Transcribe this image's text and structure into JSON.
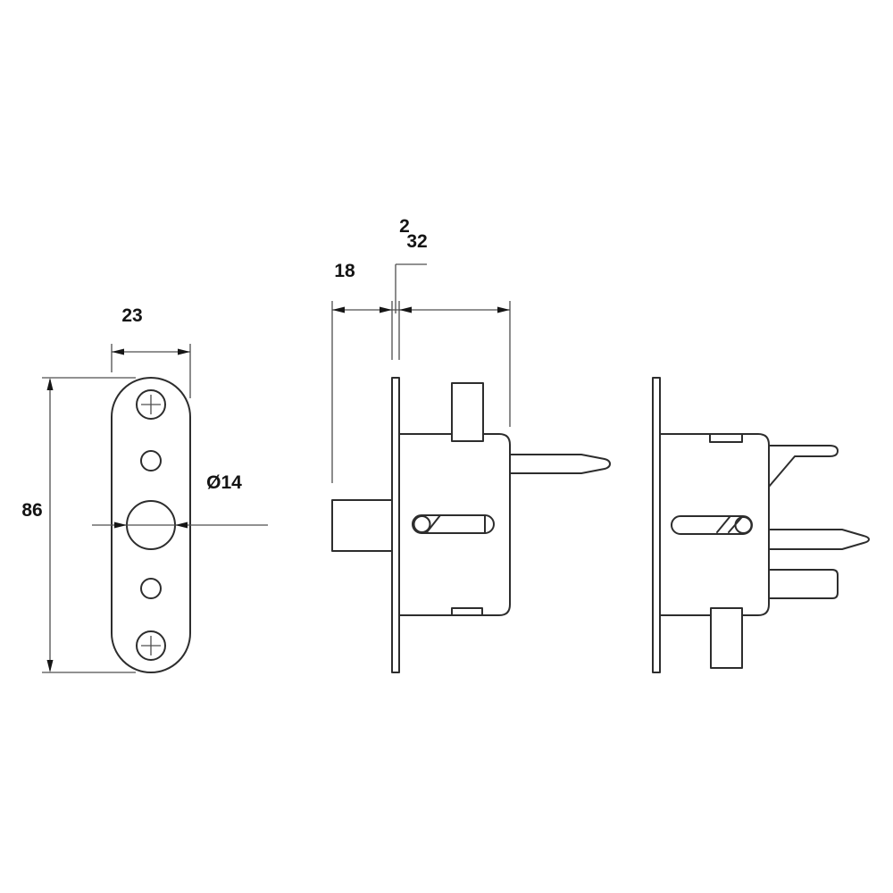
{
  "canvas": {
    "background": "#ffffff",
    "line_color": "#2d2d2d",
    "dim_line_color": "#4f4f4f"
  },
  "drawing": {
    "kind": "technical-drawing",
    "views": {
      "front_faceplate": {
        "label": "faceplate front view",
        "dims": {
          "width": "23",
          "height": "86",
          "hole_dia": "Ø14"
        }
      },
      "side_a": {
        "label": "lock side view",
        "dims": {
          "backset": "18",
          "plate_thickness": "2",
          "case_depth": "32"
        }
      },
      "side_b": {
        "label": "lock opposite side view",
        "dims": {}
      }
    }
  }
}
